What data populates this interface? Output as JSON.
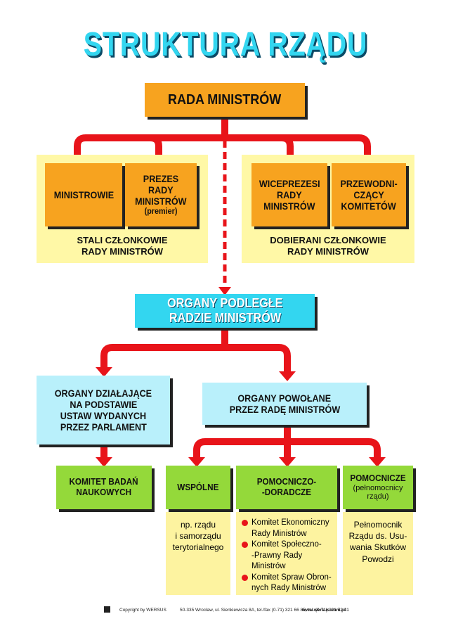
{
  "title": "STRUKTURA RZĄDU",
  "colors": {
    "arrow": "#e8141a",
    "orange": "#f7a31f",
    "cyan": "#33d6f0",
    "light_cyan": "#b9f0fb",
    "green": "#94d93a",
    "panel": "#fff8a6"
  },
  "nodes": {
    "rada": "RADA MINISTRÓW",
    "ministrowie": "MINISTROWIE",
    "prezes": [
      "PREZES",
      "RADY",
      "MINISTRÓW"
    ],
    "prezes_note": "(premier)",
    "wiceprezesi": [
      "WICEPREZESI",
      "RADY",
      "MINISTRÓW"
    ],
    "przewodniczacy": [
      "PRZEWODNI-",
      "CZĄCY",
      "KOMITETÓW"
    ],
    "stali": [
      "STALI CZŁONKOWIE",
      "RADY MINISTRÓW"
    ],
    "dobierani": [
      "DOBIERANI CZŁONKOWIE",
      "RADY MINISTRÓW"
    ],
    "organy_podlegle": [
      "ORGANY PODLEGŁE",
      "RADZIE MINISTRÓW"
    ],
    "organy_ustawy": [
      "ORGANY DZIAŁAJĄCE",
      "NA PODSTAWIE",
      "USTAW WYDANYCH",
      "PRZEZ PARLAMENT"
    ],
    "organy_powolane": [
      "ORGANY POWOŁANE",
      "PRZEZ RADĘ MINISTRÓW"
    ],
    "komitet_badan": [
      "KOMITET BADAŃ",
      "NAUKOWYCH"
    ],
    "wspolne": "WSPÓLNE",
    "pomocniczo": [
      "POMOCNICZO-",
      "-DORADCZE"
    ],
    "pomocnicze": "POMOCNICZE",
    "pomocnicze_note": [
      "(pełnomocnicy",
      "rządu)"
    ]
  },
  "details": {
    "wspolne": [
      "np. rządu",
      "i samorządu",
      "terytorialnego"
    ],
    "pomocniczo": [
      [
        "Komitet Ekonomiczny",
        "Rady Ministrów"
      ],
      [
        "Komitet Społeczno-",
        "-Prawny Rady",
        "Ministrów"
      ],
      [
        "Komitet Spraw Obron-",
        "nych Rady Ministrów"
      ]
    ],
    "pomocnicze": [
      "Pełnomocnik",
      "Rządu ds. Usu-",
      "wania Skutków",
      "Powodzi"
    ]
  },
  "footer": {
    "copyright": "Copyright by WERSUS",
    "address": "50-335 Wrocław, ul. Sienkiewicza 8A, tel./fax (0-71) 321 66 85, tel. (0-71) 321 72 41",
    "url": "www.wersus.com.pl"
  }
}
